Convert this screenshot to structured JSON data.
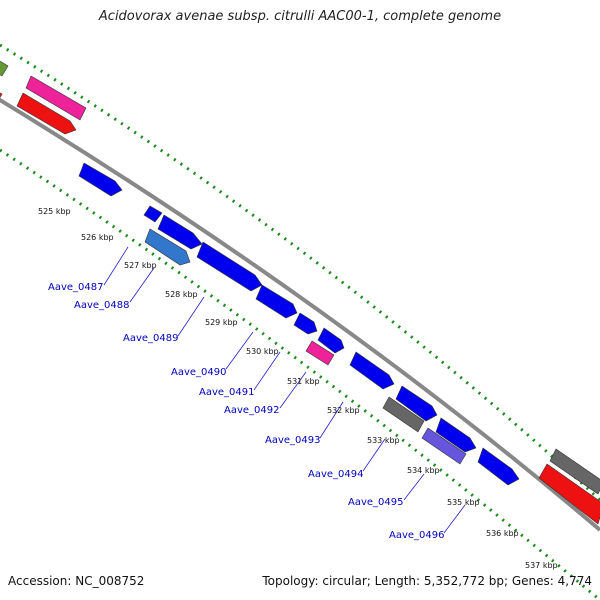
{
  "title": "Acidovorax avenae subsp. citrulli AAC00-1, complete genome",
  "footer": {
    "accession": "Accession: NC_008752",
    "summary": "Topology: circular; Length: 5,352,772 bp; Genes: 4,774"
  },
  "scale_labels": [
    "525 kbp",
    "526 kbp",
    "527 kbp",
    "528 kbp",
    "529 kbp",
    "530 kbp",
    "531 kbp",
    "532 kbp",
    "533 kbp",
    "534 kbp",
    "535 kbp",
    "536 kbp",
    "537 kbp"
  ],
  "gene_labels": [
    "Aave_0487",
    "Aave_0488",
    "Aave_0489",
    "Aave_0490",
    "Aave_0491",
    "Aave_0492",
    "Aave_0493",
    "Aave_0494",
    "Aave_0495",
    "Aave_0496"
  ],
  "colors": {
    "backbone": "#888888",
    "ticks": "#1a8a1a",
    "cds": "#0000ee",
    "rrna_or_other": "#ee1111",
    "pink": "#ee2299",
    "gray": "#666666",
    "lavender": "#6655dd",
    "steel": "#3377cc",
    "olive": "#669933",
    "label": "#0000bb"
  }
}
